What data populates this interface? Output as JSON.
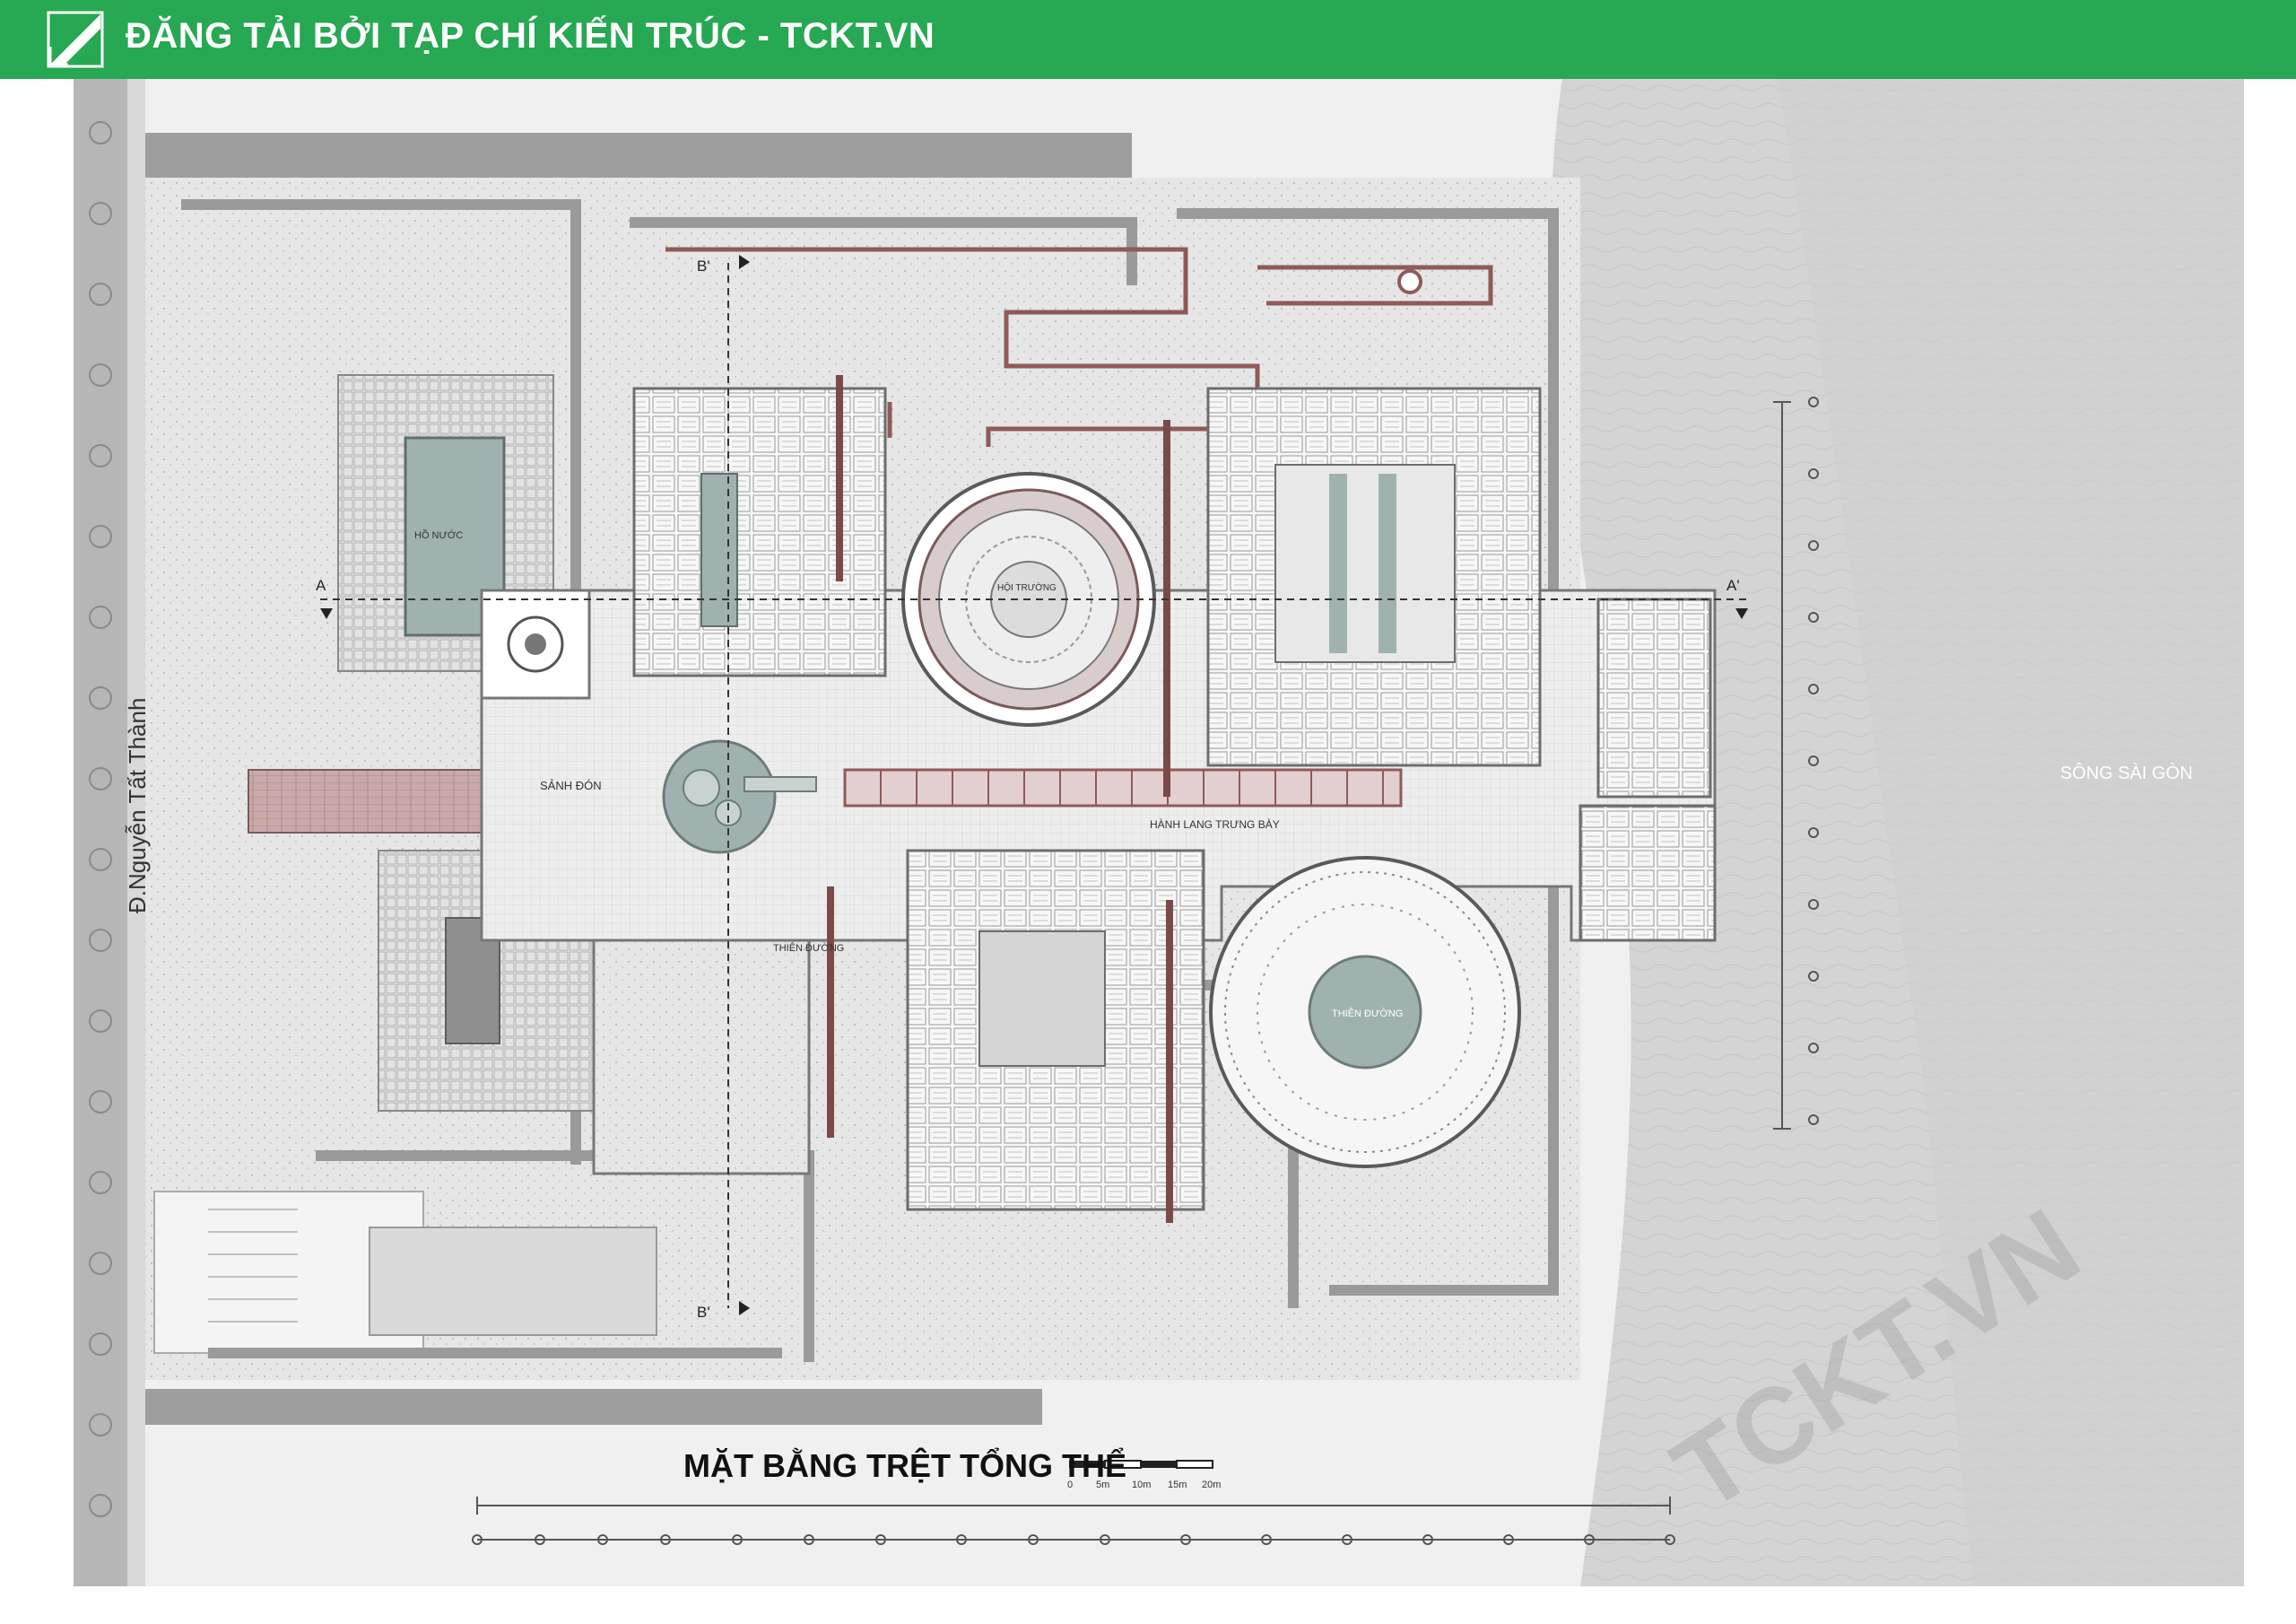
{
  "banner": {
    "text": "ĐĂNG TẢI BỞI TẠP CHÍ KIẾN TRÚC - TCKT.VN",
    "bg_color": "#27a853",
    "logo_icon": "tckt-logo-icon"
  },
  "plan": {
    "title": "MẶT BẰNG TRỆT TỔNG THỂ",
    "street_label": "Đ.Nguyễn Tất Thành",
    "river_label": "SÔNG SÀI GÒN",
    "rooms": {
      "lake": "HỒ NƯỚC",
      "lobby": "SẢNH ĐÓN",
      "auditorium": "HỘI TRƯỜNG",
      "gallery": "HÀNH LANG TRƯNG BÀY",
      "paradise_court": "THIÊN ĐƯỜNG",
      "paradise_round": "THIÊN ĐƯỜNG"
    },
    "section_marks": {
      "a_left": "A",
      "a_right": "A'",
      "b_top": "B'",
      "b_bottom": "B'"
    },
    "scale_bar": {
      "labels": [
        "0",
        "5m",
        "10m",
        "15m",
        "20m"
      ]
    },
    "watermark": "TCKT.VN"
  }
}
